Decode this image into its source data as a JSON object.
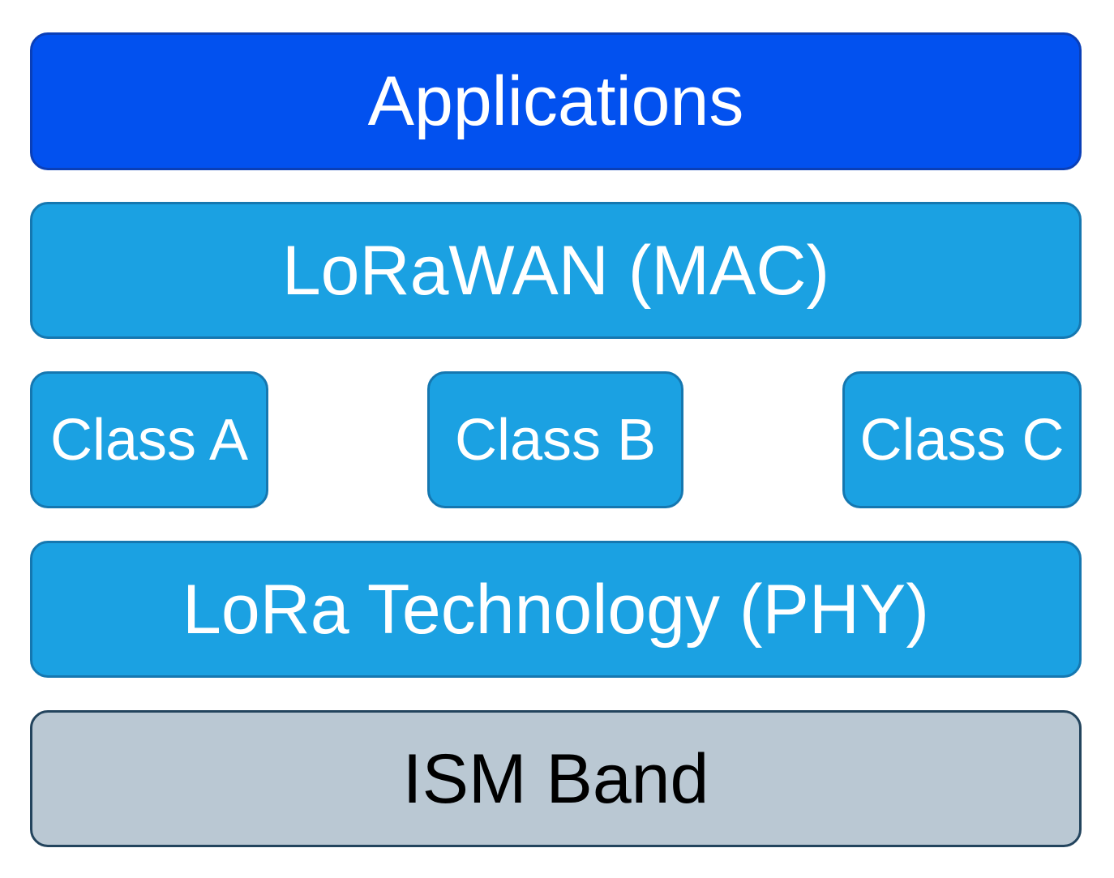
{
  "layers": {
    "applications": "Applications",
    "lorawan": "LoRaWAN (MAC)",
    "classes": [
      "Class A",
      "Class B",
      "Class C"
    ],
    "phy": "LoRa Technology (PHY)",
    "ism": "ISM Band"
  },
  "colors": {
    "applications_fill": "#0251EF",
    "mac_fill": "#1BA1E2",
    "ism_fill": "#BAC8D3"
  }
}
